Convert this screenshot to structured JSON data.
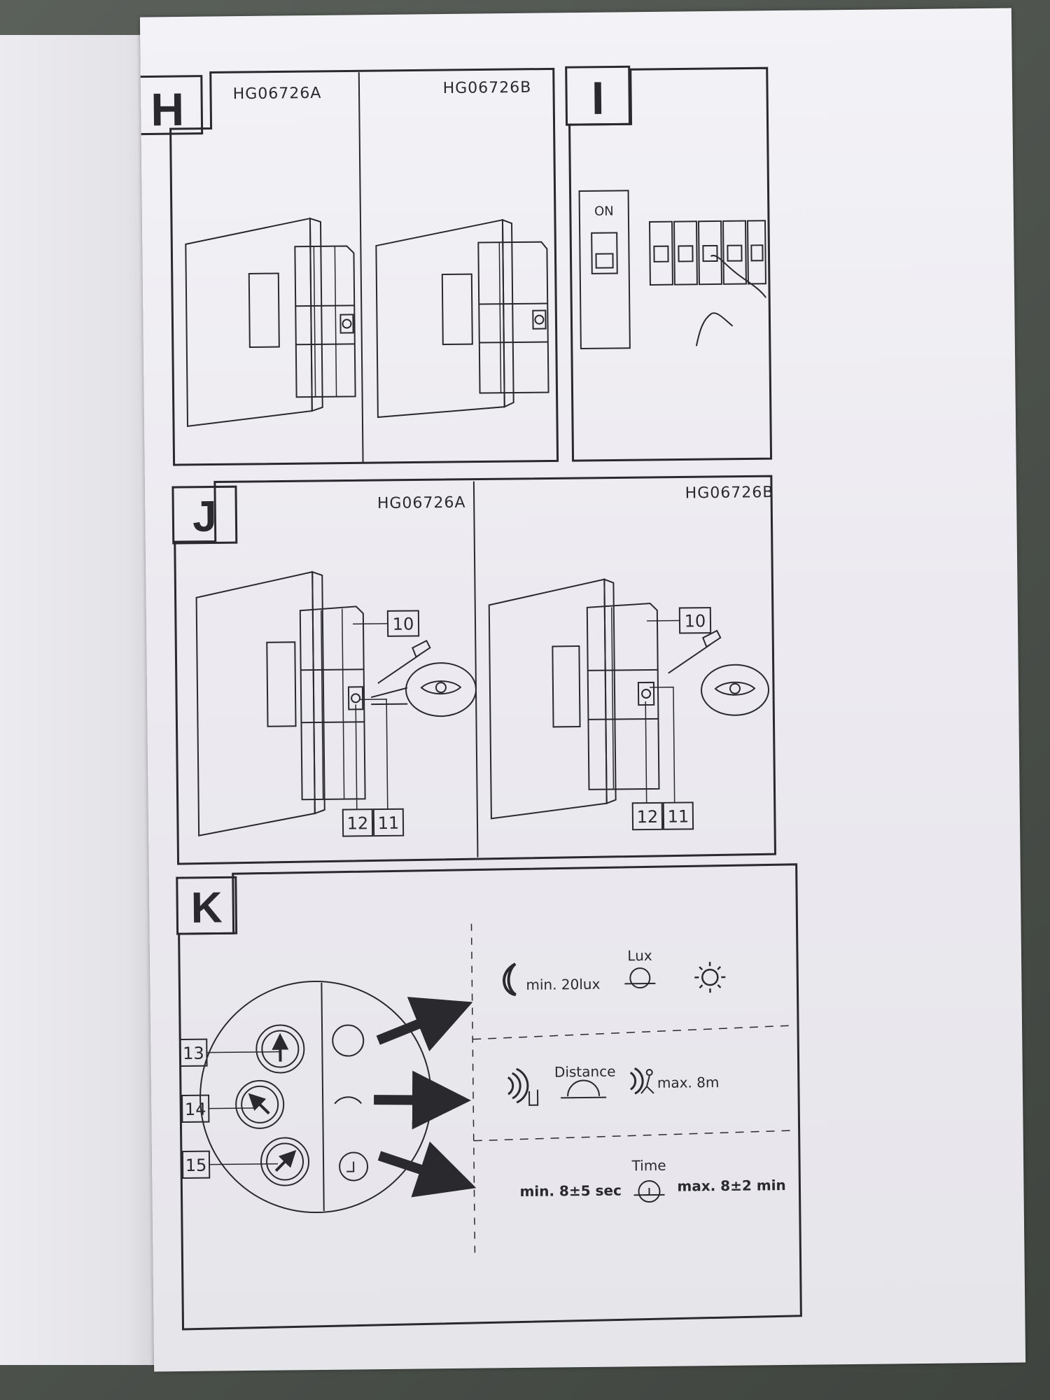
{
  "panels": {
    "H": {
      "letter": "H",
      "models": [
        "HG06726A",
        "HG06726B"
      ]
    },
    "I": {
      "letter": "I",
      "breaker_label": "ON"
    },
    "J": {
      "letter": "J",
      "models": [
        "HG06726A",
        "HG06726B"
      ],
      "callouts": [
        "10",
        "12",
        "11"
      ]
    },
    "K": {
      "letter": "K",
      "knobs": [
        "13",
        "14",
        "15"
      ],
      "lux": {
        "min": "min. 20lux",
        "label": "Lux"
      },
      "distance": {
        "label": "Distance",
        "max": "max.  8m"
      },
      "time": {
        "min": "min. 8±5 sec",
        "label": "Time",
        "max": "max. 8±2 min"
      }
    }
  }
}
